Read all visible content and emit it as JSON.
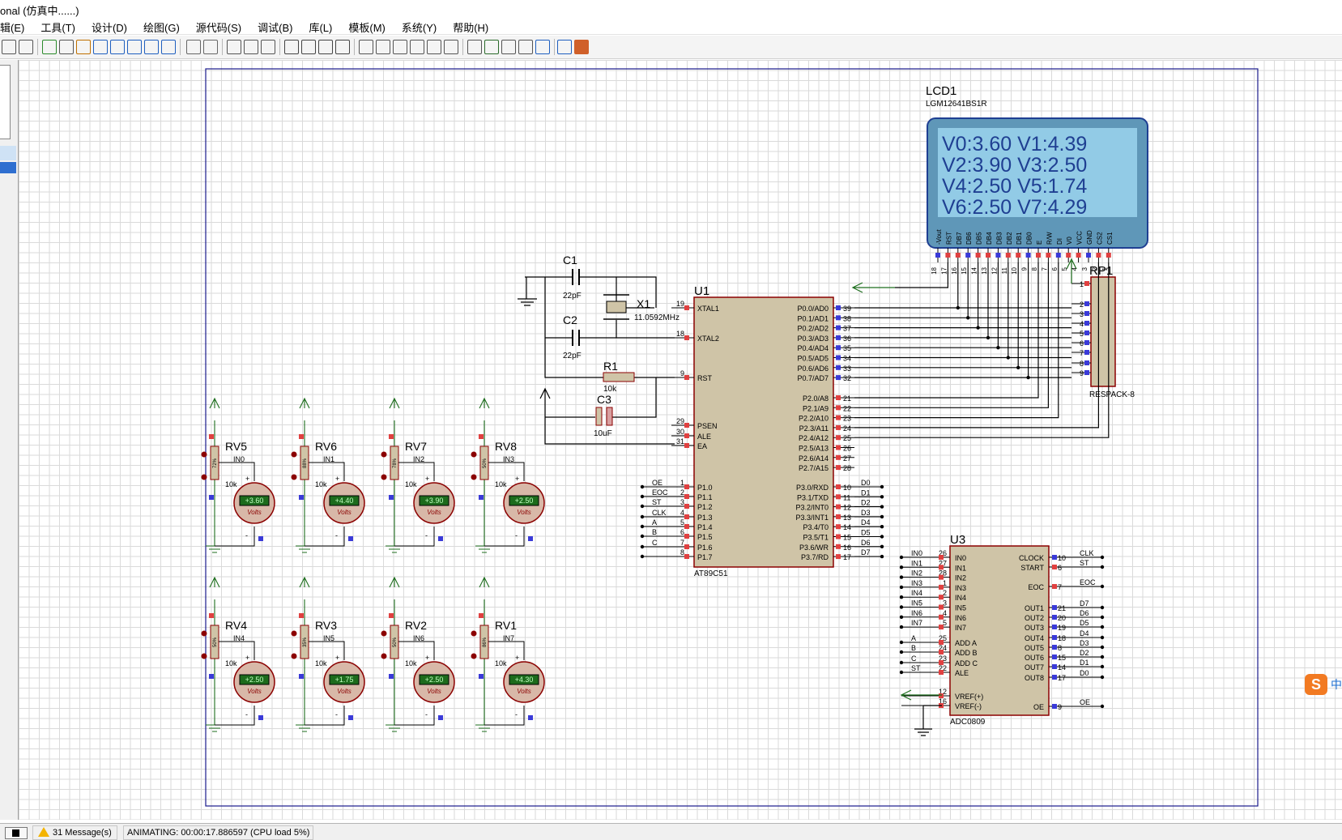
{
  "window": {
    "title": "onal (仿真中......)"
  },
  "menu": [
    "辑(E)",
    "工具(T)",
    "设计(D)",
    "绘图(G)",
    "源代码(S)",
    "调试(B)",
    "库(L)",
    "模板(M)",
    "系统(Y)",
    "帮助(H)"
  ],
  "toolbar": {
    "icons": [
      "print-icon",
      "page-icon",
      "refresh-icon",
      "grid-icon",
      "origin-icon",
      "pan-icon",
      "zoom-in-icon",
      "zoom-out-icon",
      "zoom-all-icon",
      "zoom-area-icon",
      "undo-icon",
      "redo-icon",
      "cut-icon",
      "copy-icon",
      "paste-icon",
      "block-copy-icon",
      "block-move-icon",
      "block-rotate-icon",
      "block-delete-icon",
      "pick-device-icon",
      "make-device-icon",
      "package-icon",
      "decompose-icon",
      "wire-autoroute-icon",
      "search-icon",
      "property-assign-icon",
      "netlist-icon",
      "bom-icon",
      "erc-icon",
      "netlist-compile-icon",
      "ares-icon",
      "ares-logo-icon"
    ]
  },
  "colors": {
    "wire": "#000000",
    "component_outline": "#8b0000",
    "component_fill": "#cfc4a7",
    "pin_red": "#e04040",
    "pin_blue": "#3a3ad8",
    "lcd_bg": "#5f97b8",
    "lcd_screen": "#92cbe6",
    "lcd_text": "#1f3f92",
    "meter_display": "#1c6b1c",
    "power_green": "#1e6e1e"
  },
  "schematic": {
    "lcd": {
      "ref": "LCD1",
      "part": "LGM12641BS1R",
      "lines": [
        "V0:3.60 V1:4.39",
        "V2:3.90 V3:2.50",
        "V4:2.50 V5:1.74",
        "V6:2.50 V7:4.29"
      ],
      "pin_names": [
        "-Vout",
        "RST",
        "DB7",
        "DB6",
        "DB5",
        "DB4",
        "DB3",
        "DB2",
        "DB1",
        "DB0",
        "E",
        "R/W",
        "DI",
        "V0",
        "VCC",
        "GND",
        "CS2",
        "CS1"
      ],
      "pin_numbers": [
        "18",
        "17",
        "16",
        "15",
        "14",
        "13",
        "12",
        "11",
        "10",
        "9",
        "8",
        "7",
        "6",
        "5",
        "4",
        "3",
        "2",
        "1"
      ]
    },
    "mcu": {
      "ref": "U1",
      "part": "AT89C51",
      "left_pins": [
        {
          "num": "19",
          "name": "XTAL1"
        },
        {
          "num": "18",
          "name": "XTAL2"
        },
        {
          "num": "9",
          "name": "RST"
        },
        {
          "num": "29",
          "name": "PSEN"
        },
        {
          "num": "30",
          "name": "ALE"
        },
        {
          "num": "31",
          "name": "EA"
        },
        {
          "num": "1",
          "name": "P1.0",
          "net": "OE"
        },
        {
          "num": "2",
          "name": "P1.1",
          "net": "EOC"
        },
        {
          "num": "3",
          "name": "P1.2",
          "net": "ST"
        },
        {
          "num": "4",
          "name": "P1.3",
          "net": "CLK"
        },
        {
          "num": "5",
          "name": "P1.4",
          "net": "A"
        },
        {
          "num": "6",
          "name": "P1.5",
          "net": "B"
        },
        {
          "num": "7",
          "name": "P1.6",
          "net": "C"
        },
        {
          "num": "8",
          "name": "P1.7",
          "net": ""
        }
      ],
      "right_pins": [
        {
          "num": "39",
          "name": "P0.0/AD0"
        },
        {
          "num": "38",
          "name": "P0.1/AD1"
        },
        {
          "num": "37",
          "name": "P0.2/AD2"
        },
        {
          "num": "36",
          "name": "P0.3/AD3"
        },
        {
          "num": "35",
          "name": "P0.4/AD4"
        },
        {
          "num": "34",
          "name": "P0.5/AD5"
        },
        {
          "num": "33",
          "name": "P0.6/AD6"
        },
        {
          "num": "32",
          "name": "P0.7/AD7"
        },
        {
          "num": "21",
          "name": "P2.0/A8"
        },
        {
          "num": "22",
          "name": "P2.1/A9"
        },
        {
          "num": "23",
          "name": "P2.2/A10"
        },
        {
          "num": "24",
          "name": "P2.3/A11"
        },
        {
          "num": "25",
          "name": "P2.4/A12"
        },
        {
          "num": "26",
          "name": "P2.5/A13"
        },
        {
          "num": "27",
          "name": "P2.6/A14"
        },
        {
          "num": "28",
          "name": "P2.7/A15"
        },
        {
          "num": "10",
          "name": "P3.0/RXD",
          "net": "D0"
        },
        {
          "num": "11",
          "name": "P3.1/TXD",
          "net": "D1"
        },
        {
          "num": "12",
          "name": "P3.2/INT0",
          "net": "D2"
        },
        {
          "num": "13",
          "name": "P3.3/INT1",
          "net": "D3"
        },
        {
          "num": "14",
          "name": "P3.4/T0",
          "net": "D4"
        },
        {
          "num": "15",
          "name": "P3.5/T1",
          "net": "D5"
        },
        {
          "num": "16",
          "name": "P3.6/WR",
          "net": "D6"
        },
        {
          "num": "17",
          "name": "P3.7/RD",
          "net": "D7"
        }
      ]
    },
    "adc": {
      "ref": "U3",
      "part": "ADC0809",
      "left_pins": [
        {
          "num": "26",
          "name": "IN0",
          "net": "IN0"
        },
        {
          "num": "27",
          "name": "IN1",
          "net": "IN1"
        },
        {
          "num": "28",
          "name": "IN2",
          "net": "IN2"
        },
        {
          "num": "1",
          "name": "IN3",
          "net": "IN3"
        },
        {
          "num": "2",
          "name": "IN4",
          "net": "IN4"
        },
        {
          "num": "3",
          "name": "IN5",
          "net": "IN5"
        },
        {
          "num": "4",
          "name": "IN6",
          "net": "IN6"
        },
        {
          "num": "5",
          "name": "IN7",
          "net": "IN7"
        },
        {
          "num": "25",
          "name": "ADD A",
          "net": "A"
        },
        {
          "num": "24",
          "name": "ADD B",
          "net": "B"
        },
        {
          "num": "23",
          "name": "ADD C",
          "net": "C"
        },
        {
          "num": "22",
          "name": "ALE",
          "net": "ST"
        },
        {
          "num": "12",
          "name": "VREF(+)",
          "net": ""
        },
        {
          "num": "16",
          "name": "VREF(-)",
          "net": ""
        }
      ],
      "right_pins": [
        {
          "num": "10",
          "name": "CLOCK",
          "net": "CLK"
        },
        {
          "num": "6",
          "name": "START",
          "net": "ST"
        },
        {
          "num": "7",
          "name": "EOC",
          "net": "EOC"
        },
        {
          "num": "21",
          "name": "OUT1",
          "net": "D7"
        },
        {
          "num": "20",
          "name": "OUT2",
          "net": "D6"
        },
        {
          "num": "19",
          "name": "OUT3",
          "net": "D5"
        },
        {
          "num": "18",
          "name": "OUT4",
          "net": "D4"
        },
        {
          "num": "8",
          "name": "OUT5",
          "net": "D3"
        },
        {
          "num": "15",
          "name": "OUT6",
          "net": "D2"
        },
        {
          "num": "14",
          "name": "OUT7",
          "net": "D1"
        },
        {
          "num": "17",
          "name": "OUT8",
          "net": "D0"
        },
        {
          "num": "9",
          "name": "OE",
          "net": "OE"
        }
      ]
    },
    "rp": {
      "ref": "RP1",
      "part": "RESPACK-8",
      "pins": [
        "1",
        "2",
        "3",
        "4",
        "5",
        "6",
        "7",
        "8",
        "9"
      ]
    },
    "c1": {
      "ref": "C1",
      "value": "22pF"
    },
    "c2": {
      "ref": "C2",
      "value": "22pF"
    },
    "c3": {
      "ref": "C3",
      "value": "10uF"
    },
    "x1": {
      "ref": "X1",
      "value": "11.0592MHz"
    },
    "r1": {
      "ref": "R1",
      "value": "10k"
    },
    "pots": [
      {
        "ref": "RV5",
        "value": "10k",
        "net": "IN0",
        "reading": "+3.60",
        "pct": "72%"
      },
      {
        "ref": "RV6",
        "value": "10k",
        "net": "IN1",
        "reading": "+4.40",
        "pct": "88%"
      },
      {
        "ref": "RV7",
        "value": "10k",
        "net": "IN2",
        "reading": "+3.90",
        "pct": "78%"
      },
      {
        "ref": "RV8",
        "value": "10k",
        "net": "IN3",
        "reading": "+2.50",
        "pct": "50%"
      },
      {
        "ref": "RV4",
        "value": "10k",
        "net": "IN4",
        "reading": "+2.50",
        "pct": "50%"
      },
      {
        "ref": "RV3",
        "value": "10k",
        "net": "IN5",
        "reading": "+1.75",
        "pct": "35%"
      },
      {
        "ref": "RV2",
        "value": "10k",
        "net": "IN6",
        "reading": "+2.50",
        "pct": "50%"
      },
      {
        "ref": "RV1",
        "value": "10k",
        "net": "IN7",
        "reading": "+4.30",
        "pct": "86%"
      }
    ],
    "meter_unit": "Volts"
  },
  "status": {
    "messages": "31 Message(s)",
    "animating": "ANIMATING: 00:00:17.886597 (CPU load 5%)"
  },
  "ime": {
    "logo": "S",
    "label": "中"
  }
}
